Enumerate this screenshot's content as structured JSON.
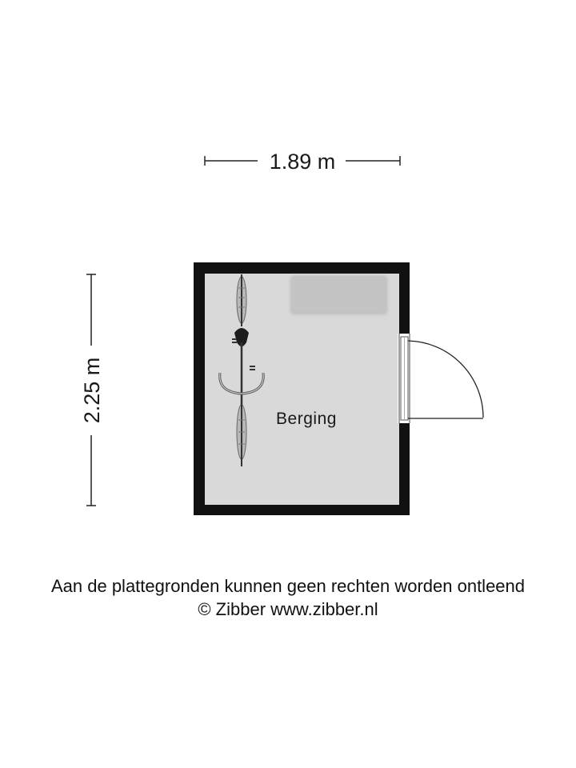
{
  "dimensions": {
    "width_label": "1.89 m",
    "height_label": "2.25 m"
  },
  "room": {
    "name": "Berging"
  },
  "footer": {
    "disclaimer": "Aan de plattegronden kunnen geen rechten worden ontleend",
    "copyright": "© Zibber www.zibber.nl"
  },
  "colors": {
    "wall": "#111111",
    "floor": "#d9d9d9",
    "furniture": "#bdbdbd"
  }
}
